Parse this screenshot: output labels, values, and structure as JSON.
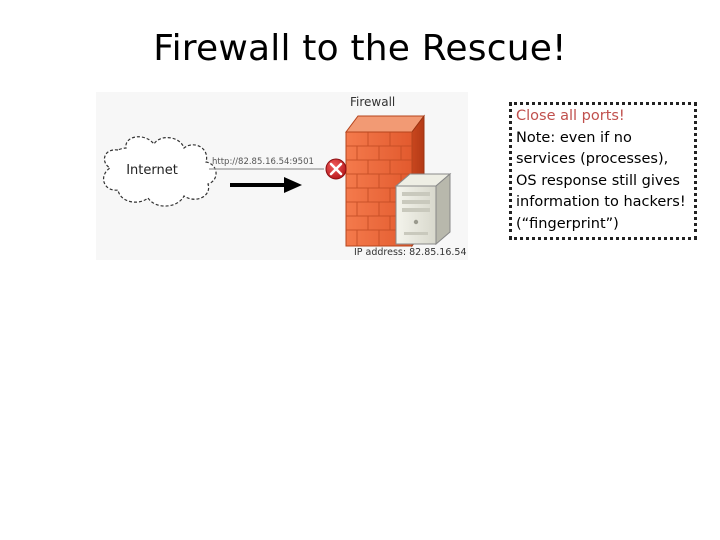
{
  "slide": {
    "title": "Firewall to the Rescue!"
  },
  "diagram": {
    "cloud_label": "Internet",
    "url_label": "http://82.85.16.54:9501",
    "firewall_label": "Firewall",
    "ip_label": "IP address: 82.85.16.54"
  },
  "callout": {
    "line1": "Close all ports!",
    "line2": "Note: even if no",
    "line3": "services (processes),",
    "line4": "OS response still gives",
    "line5": "information to hackers!",
    "line6": "(“fingerprint”)"
  },
  "colors": {
    "emphasis": "#c0504d",
    "firewall_orange": "#e8643a",
    "blocked_red": "#d9262b"
  }
}
